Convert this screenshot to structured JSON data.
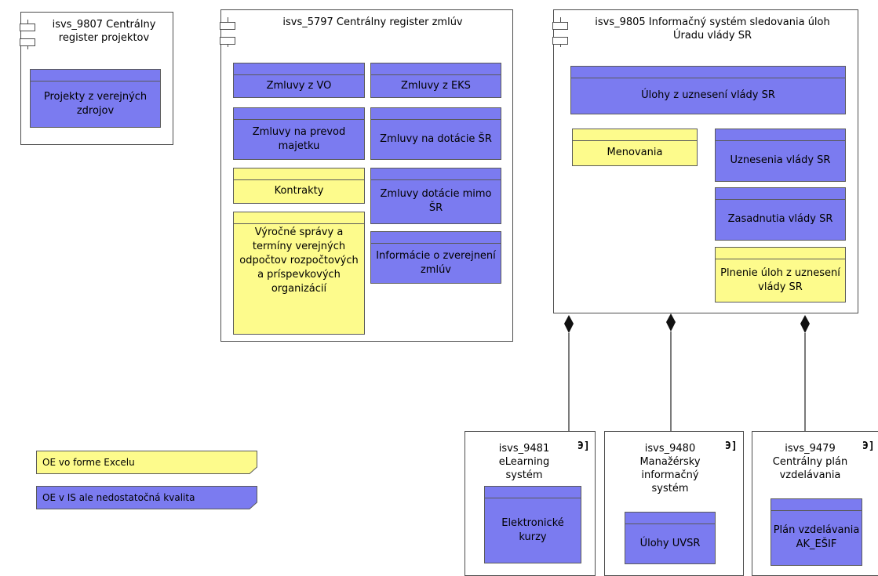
{
  "colors": {
    "blue": "#7b7bf0",
    "yellow": "#fdfb8c",
    "line": "#4d4d4d"
  },
  "components": {
    "c9807": {
      "title": "isvs_9807 Centrálny\nregister projektov",
      "objects": {
        "o1": "Projekty z verejných zdrojov"
      }
    },
    "c5797": {
      "title": "isvs_5797 Centrálny register zmlúv",
      "objects": {
        "zmluvy_vo": "Zmluvy z VO",
        "zmluvy_eks": "Zmluvy z EKS",
        "prevod": "Zmluvy na prevod majetku",
        "dotacie": "Zmluvy na dotácie ŠR",
        "kontrakty": "Kontrakty",
        "mimo": "Zmluvy dotácie mimo ŠR",
        "vyrocne": "Výročné správy a termíny verejných odpočtov rozpočtových a príspevkových organizácií",
        "info": "Informácie o zverejnení zmlúv"
      }
    },
    "c9805": {
      "title": "isvs_9805 Informačný systém sledovania úloh\nÚradu vlády SR",
      "objects": {
        "ulohy": "Úlohy z uznesení vlády SR",
        "menovania": "Menovania",
        "uznesenia": "Uznesenia vlády SR",
        "zasadnutia": "Zasadnutia vlády SR",
        "plnenie": "Plnenie úloh z uznesení vlády SR"
      }
    },
    "c9481": {
      "title": "isvs_9481\neLearning\nsystém",
      "objects": {
        "kurzy": "Elektronické kurzy"
      }
    },
    "c9480": {
      "title": "isvs_9480\nManažérsky\ninformačný\nsystém",
      "objects": {
        "uvsr": "Úlohy UVSR"
      }
    },
    "c9479": {
      "title": "isvs_9479\nCentrálny plán\nvzdelávania",
      "objects": {
        "plan": "Plán vzdelávania AK_EŠIF"
      }
    }
  },
  "legend": {
    "excel": "OE vo forme Excelu",
    "kvalita": "OE v IS ale nedostatočná kvalita"
  }
}
